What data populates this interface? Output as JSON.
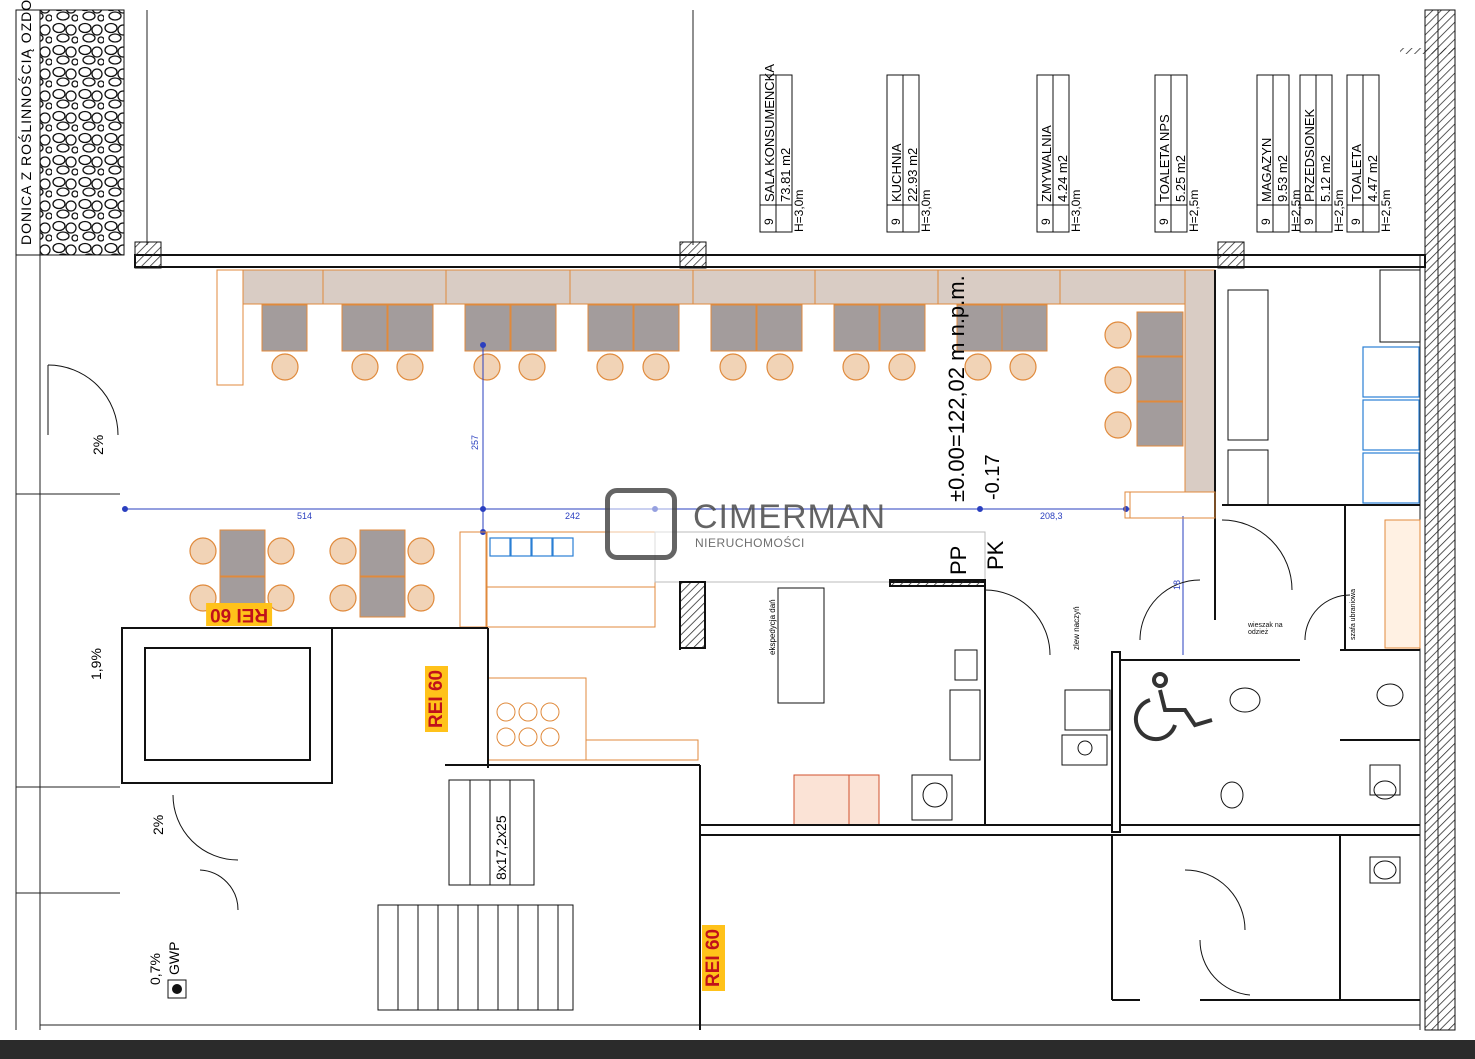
{
  "planter_label": "DONICA Z ROŚLINNOŚCIĄ OZDOBNĄ",
  "rooms": [
    {
      "no": "9",
      "name": "SALA KONSUMENCKA",
      "area": "73.81 m2",
      "height": "H=3,0m"
    },
    {
      "no": "9",
      "name": "KUCHNIA",
      "area": "22.93 m2",
      "height": "H=3,0m"
    },
    {
      "no": "9",
      "name": "ZMYWALNIA",
      "area": "4.24 m2",
      "height": "H=3,0m"
    },
    {
      "no": "9",
      "name": "TOALETA NPS",
      "area": "5.25 m2",
      "height": "H=2,5m"
    },
    {
      "no": "9",
      "name": "MAGAZYN",
      "area": "9.53 m2",
      "height": "H=2,5m"
    },
    {
      "no": "9",
      "name": "PRZEDSIONEK",
      "area": "5.12 m2",
      "height": "H=2,5m"
    },
    {
      "no": "9",
      "name": "TOALETA",
      "area": "4.47 m2",
      "height": "H=2,5m"
    }
  ],
  "level_label": "±0.00=122,02 m n.p.m.",
  "level_minus": "-0.17",
  "pp_label": "PP",
  "pk_label": "PK",
  "slopes": {
    "s1": "2%",
    "s2": "1,9%",
    "s3": "2%",
    "s4": "0,7%"
  },
  "gwp_label": "GWP",
  "stairs_label": "8x17,2x25",
  "rei_labels": {
    "r1": "REI 60",
    "r2": "REI 60",
    "r3": "REI 60"
  },
  "dimensions": {
    "d1": "514",
    "d2": "242",
    "d3": "208,3",
    "d4": "257",
    "d5": "18"
  },
  "small_labels": {
    "zlew": "zlew naczyń",
    "ekspedycja": "ekspedycja dań",
    "szafa": "szafa ubraniowa",
    "wieszak": "wieszak na odzież"
  },
  "logo": {
    "name": "CIMERMAN",
    "subtitle": "NIERUCHOMOŚCI"
  },
  "colors": {
    "wall": "#1a1a1a",
    "furniture": "#e08a3c",
    "table": "#a39c9c",
    "bench": "#d9ccc4",
    "dimension": "#2a3fbf",
    "rei_bg": "#ffc21a",
    "rei_text": "#c0111b"
  }
}
